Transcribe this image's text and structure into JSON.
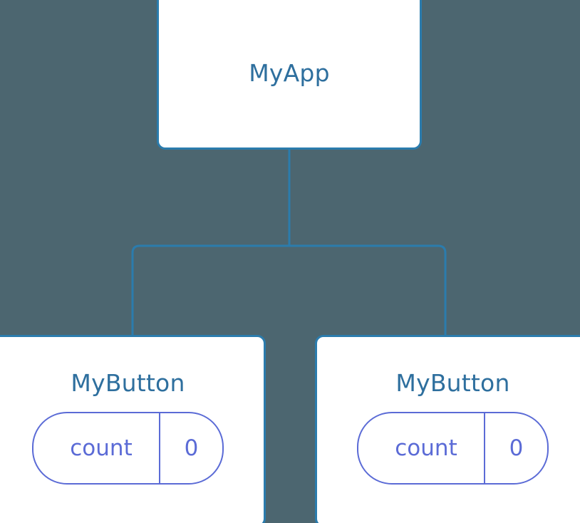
{
  "diagram": {
    "type": "component-tree",
    "background_color": "#4c6670",
    "node_border_color": "#2b7cad",
    "node_title_color": "#2e6f9e",
    "state_accent_color": "#5b6bd6",
    "connector_color": "#2b7cad",
    "root": {
      "name": "root-node",
      "title": "MyApp"
    },
    "children": [
      {
        "name": "child-node-0",
        "title": "MyButton",
        "state": {
          "key": "count",
          "value": "0"
        }
      },
      {
        "name": "child-node-1",
        "title": "MyButton",
        "state": {
          "key": "count",
          "value": "0"
        }
      }
    ]
  }
}
